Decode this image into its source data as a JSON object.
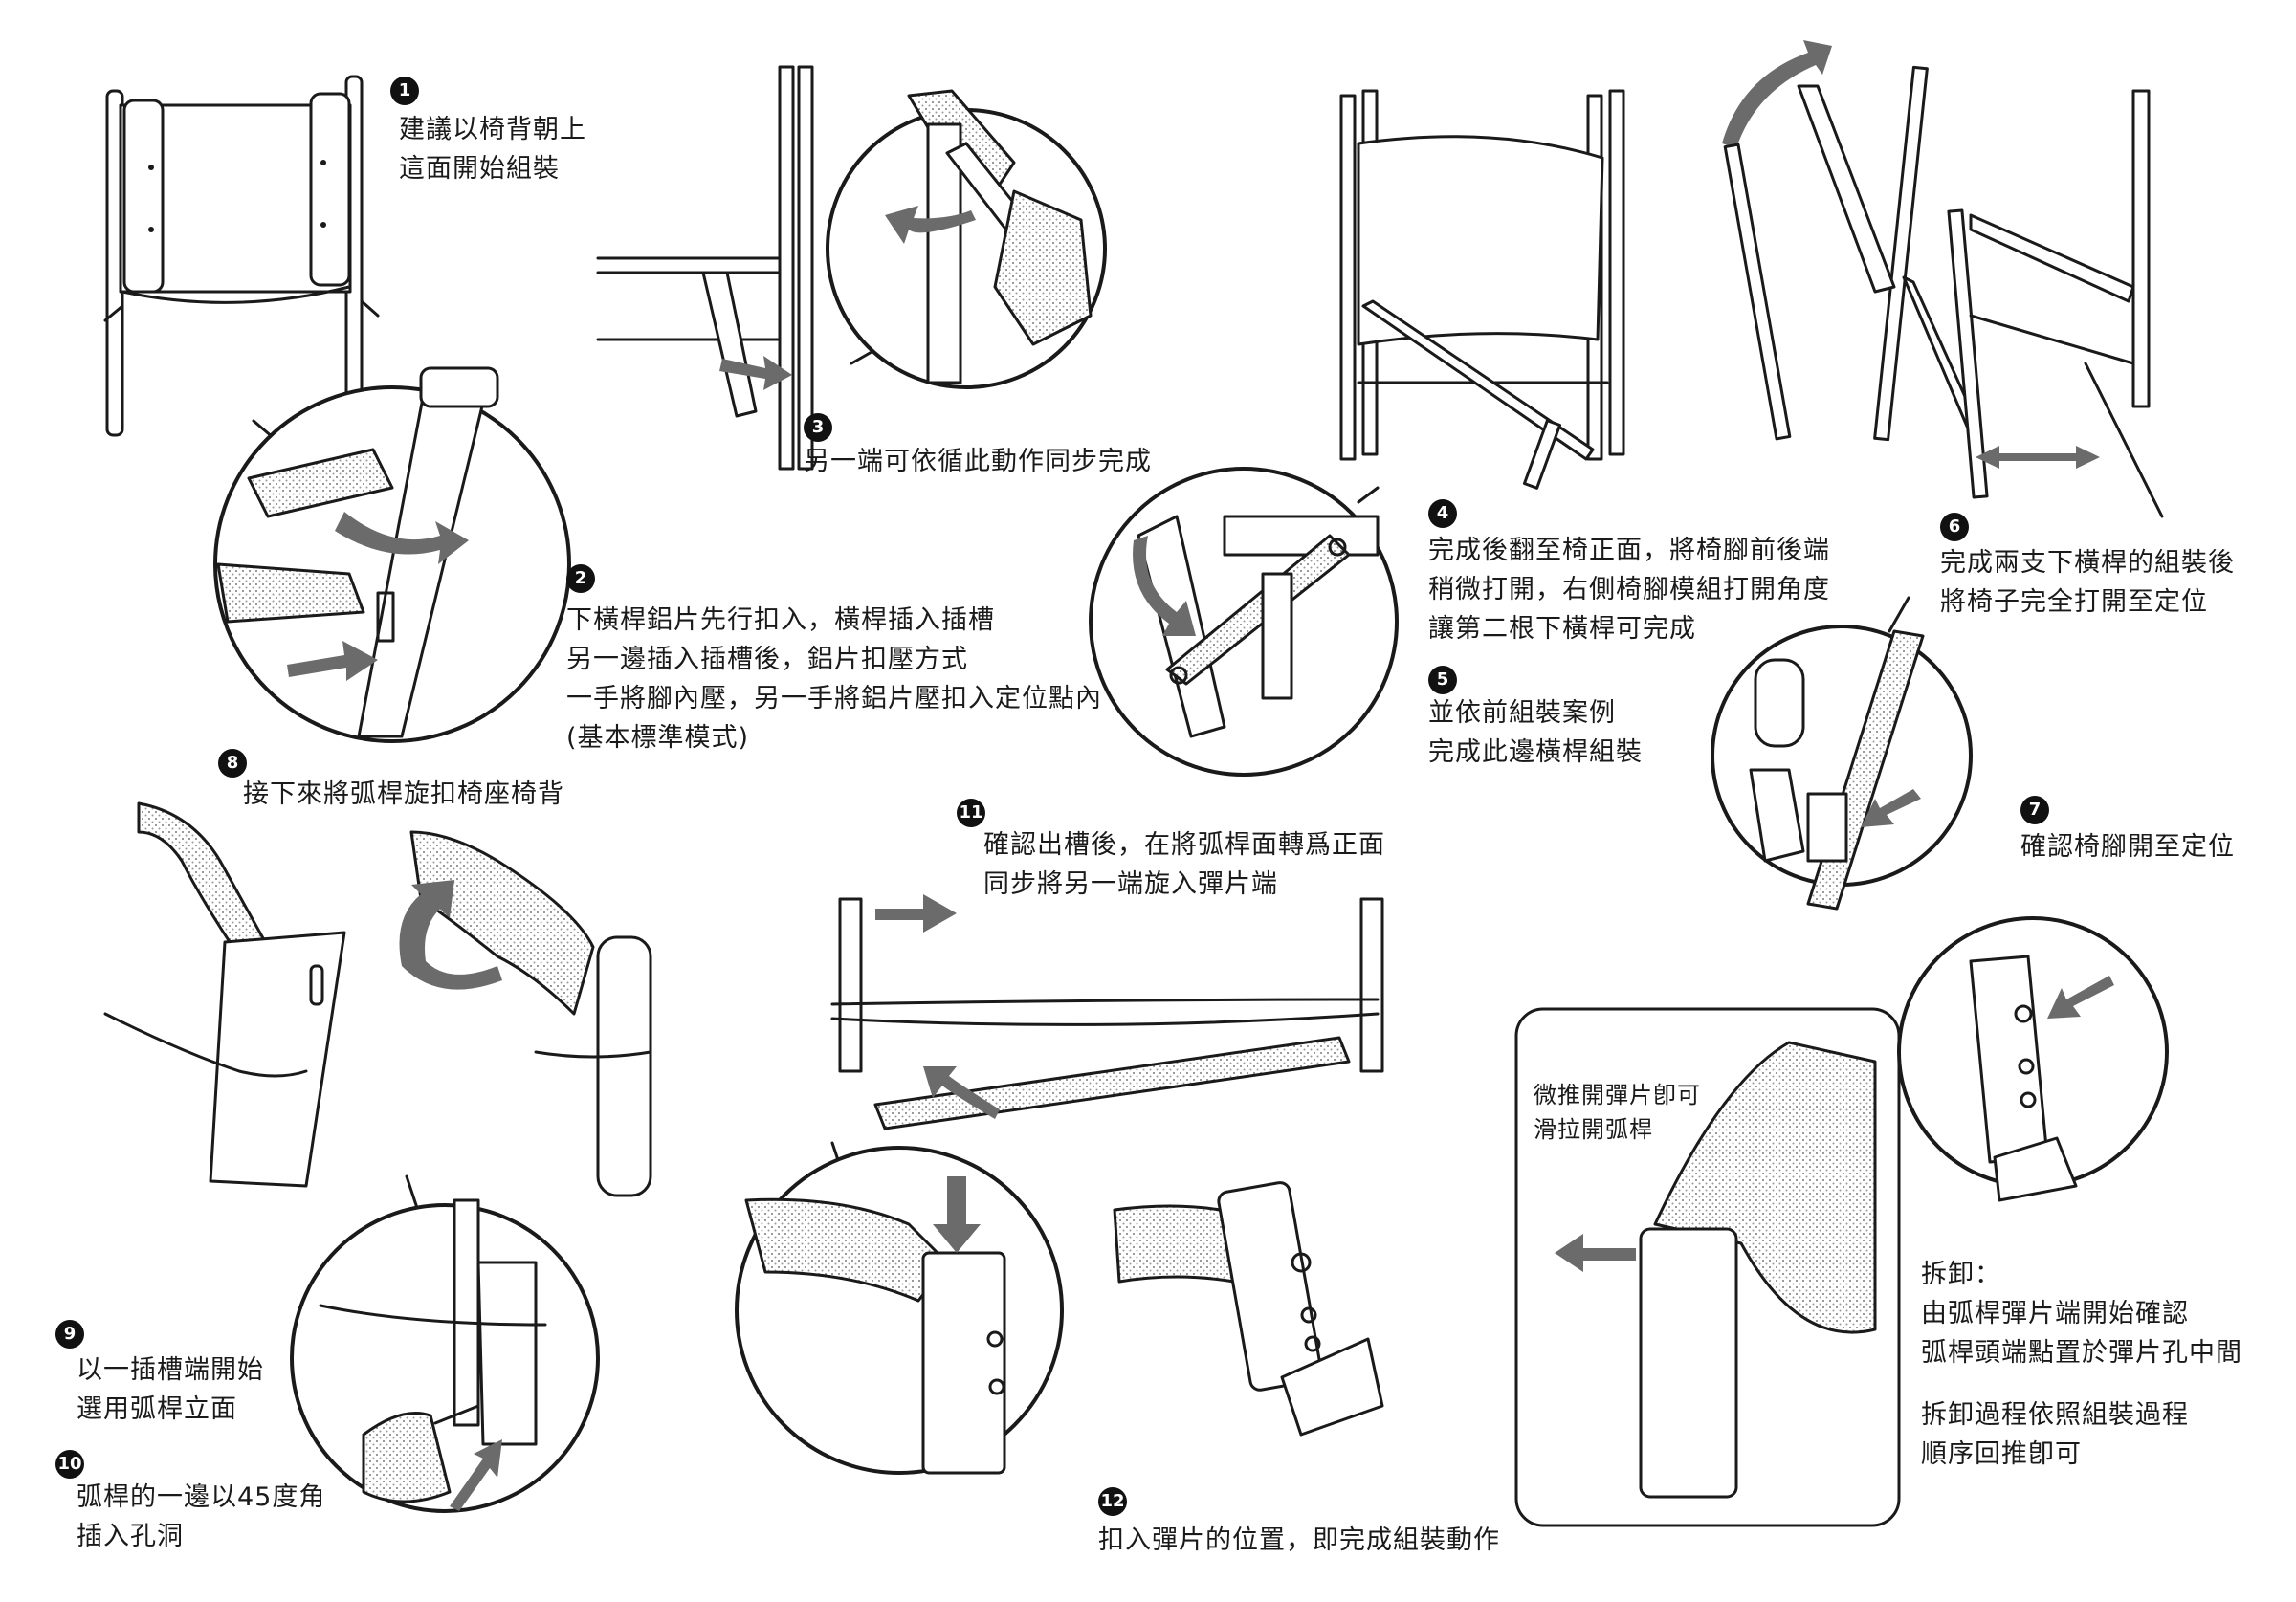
{
  "steps": [
    {
      "num": "1",
      "lines": [
        "建議以椅背朝上",
        "這面開始組裝"
      ]
    },
    {
      "num": "2",
      "lines": [
        "下橫桿鋁片先行扣入，橫桿插入插槽",
        "另一邊插入插槽後，鋁片扣壓方式",
        "一手將腳內壓，另一手將鋁片壓扣入定位點內",
        "(基本標準模式)"
      ]
    },
    {
      "num": "3",
      "lines": [
        "另一端可依循此動作同步完成"
      ]
    },
    {
      "num": "4",
      "lines": [
        "完成後翻至椅正面，將椅腳前後端",
        "稍微打開，右側椅腳模組打開角度",
        "讓第二根下橫桿可完成"
      ]
    },
    {
      "num": "5",
      "lines": [
        "並依前組裝案例",
        "完成此邊橫桿組裝"
      ]
    },
    {
      "num": "6",
      "lines": [
        "完成兩支下橫桿的組裝後",
        "將椅子完全打開至定位"
      ]
    },
    {
      "num": "7",
      "lines": [
        "確認椅腳開至定位"
      ]
    },
    {
      "num": "8",
      "lines": [
        "接下來將弧桿旋扣椅座椅背"
      ]
    },
    {
      "num": "9",
      "lines": [
        "以一插槽端開始",
        "選用弧桿立面"
      ]
    },
    {
      "num": "10",
      "lines": [
        "弧桿的一邊以45度角",
        "插入孔洞"
      ]
    },
    {
      "num": "11",
      "lines": [
        "確認出槽後，在將弧桿面轉爲正面",
        "同步將另一端旋入彈片端"
      ]
    },
    {
      "num": "12",
      "lines": [
        "扣入彈片的位置，即完成組裝動作"
      ]
    }
  ],
  "box_note": {
    "lines": [
      "微推開彈片卽可",
      "滑拉開弧桿"
    ]
  },
  "disassembly": {
    "title": "拆卸：",
    "lines": [
      "由弧桿彈片端開始確認",
      "弧桿頭端點置於彈片孔中間",
      "",
      "拆卸過程依照組裝過程",
      "順序回推卽可"
    ]
  },
  "colors": {
    "line": "#1a1a1a",
    "arrow": "#6b6b6b",
    "background": "#ffffff"
  }
}
